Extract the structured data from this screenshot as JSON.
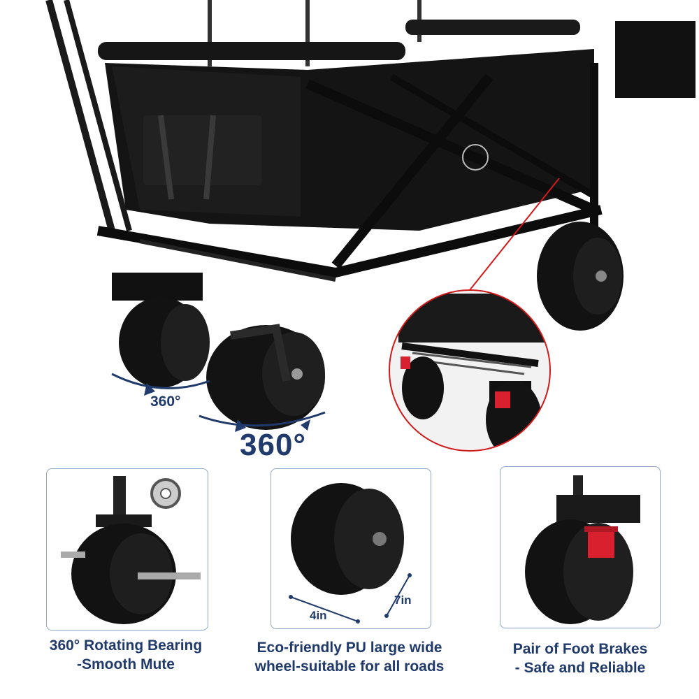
{
  "product": {
    "rotation_small": "360°",
    "rotation_big": "360°"
  },
  "features": [
    {
      "line1": "360°  Rotating Bearing",
      "line2": "-Smooth Mute"
    },
    {
      "line1": "Eco-friendly PU large wide",
      "line2": "wheel-suitable for all roads"
    },
    {
      "line1": "Pair of Foot Brakes",
      "line2": "- Safe and Reliable"
    }
  ],
  "wheel_dimensions": {
    "width": "4in",
    "diameter": "7in"
  },
  "colors": {
    "accent": "#1f3a6b",
    "brake_red": "#d8202f",
    "zoom_circle": "#d11a1a",
    "panel_border": "#8fa6c8",
    "cart_black": "#141414"
  }
}
